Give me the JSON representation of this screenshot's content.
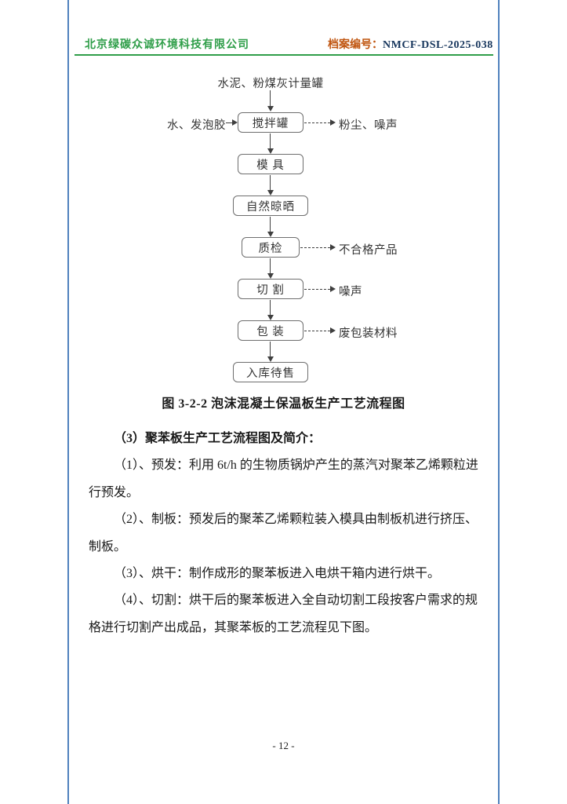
{
  "header": {
    "company": "北京绿碳众诚环境科技有限公司",
    "archive_label": "档案编号：",
    "archive_number": "NMCF-DSL-2025-038"
  },
  "flowchart": {
    "top_input": "水泥、粉煤灰计量罐",
    "side_input": "水、发泡胶",
    "nodes": {
      "mixing": "搅拌罐",
      "mold": "模 具",
      "sun_drying": "自然晾晒",
      "inspection": "质检",
      "cutting": "切 割",
      "packing": "包 装",
      "storage": "入库待售"
    },
    "emissions": {
      "dust_noise": "粉尘、噪声",
      "rejects": "不合格产品",
      "noise": "噪声",
      "waste_packaging": "废包装材料"
    },
    "caption": "图 3-2-2 泡沫混凝土保温板生产工艺流程图"
  },
  "body": {
    "heading": "（3）聚苯板生产工艺流程图及简介：",
    "paragraphs": [
      "（1）、预发：利用 6t/h 的生物质锅炉产生的蒸汽对聚苯乙烯颗粒进行预发。",
      "（2）、制板：预发后的聚苯乙烯颗粒装入模具由制板机进行挤压、制板。",
      "（3）、烘干：制作成形的聚苯板进入电烘干箱内进行烘干。",
      "（4）、切割：烘干后的聚苯板进入全自动切割工段按客户需求的规格进行切割产出成品，其聚苯板的工艺流程见下图。"
    ]
  },
  "footer": {
    "page_number": "- 12 -"
  },
  "colors": {
    "company_green": "#2f9e49",
    "header_rule_green": "#2f9e49",
    "archive_label_orange": "#c0550f",
    "archive_number_navy": "#17365d",
    "page_border_blue": "#4f81bd",
    "box_border_gray": "#6e6e6e"
  }
}
